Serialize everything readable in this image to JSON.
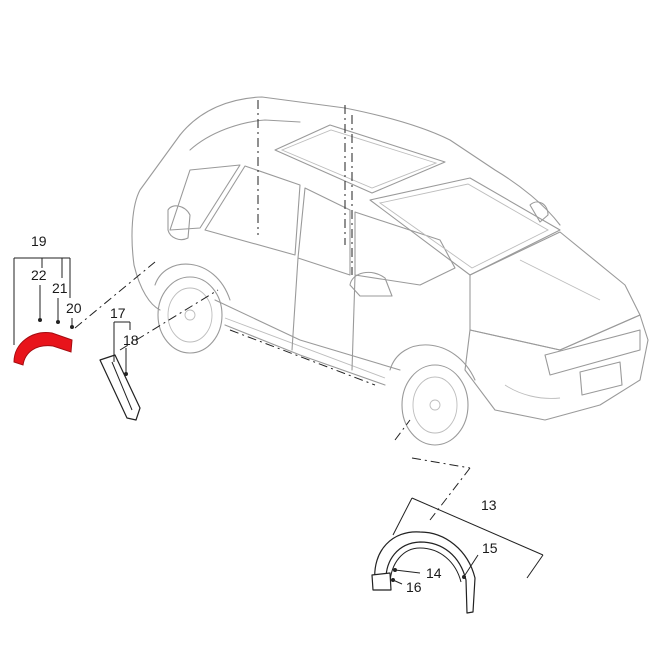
{
  "diagram": {
    "callouts": {
      "c13": "13",
      "c14": "14",
      "c15": "15",
      "c16": "16",
      "c17": "17",
      "c18": "18",
      "c19": "19",
      "c20": "20",
      "c21": "21",
      "c22": "22"
    },
    "colors": {
      "highlight": "#e8141b",
      "line": "#222222",
      "car_outline": "#9a9a9a"
    }
  }
}
